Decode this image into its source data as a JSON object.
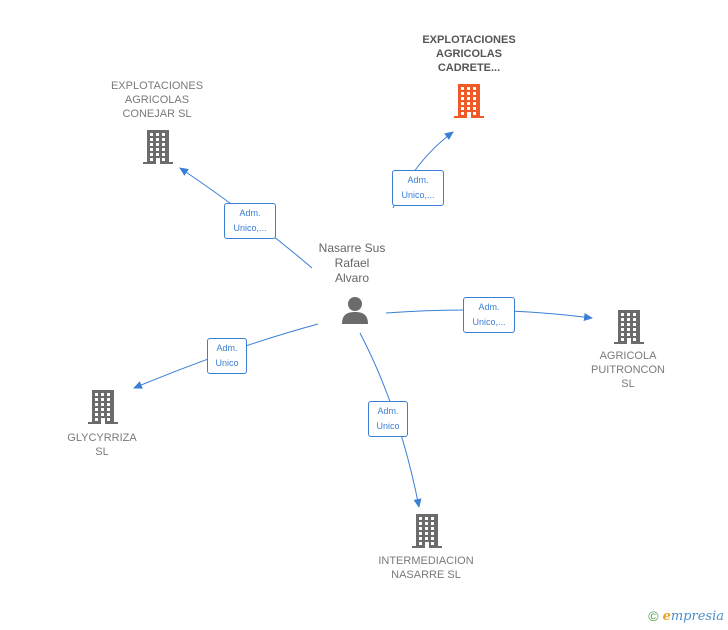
{
  "center": {
    "name": "Nasarre Sus\nRafael\nAlvaro"
  },
  "companies": [
    {
      "id": "cadrete",
      "name": "EXPLOTACIONES\nAGRICOLAS\nCADRETE...",
      "highlight": true,
      "color": "#f05a28",
      "edge": "Adm.\nUnico,..."
    },
    {
      "id": "conejar",
      "name": "EXPLOTACIONES\nAGRICOLAS\nCONEJAR  SL",
      "highlight": false,
      "color": "#6b6b6b",
      "edge": "Adm.\nUnico,..."
    },
    {
      "id": "puitroncon",
      "name": "AGRICOLA\nPUITRONCON\nSL",
      "highlight": false,
      "color": "#6b6b6b",
      "edge": "Adm.\nUnico,..."
    },
    {
      "id": "glycyrriza",
      "name": "GLYCYRRIZA\nSL",
      "highlight": false,
      "color": "#6b6b6b",
      "edge": "Adm.\nUnico"
    },
    {
      "id": "intermediacion",
      "name": "INTERMEDIACION\nNASARRE SL",
      "highlight": false,
      "color": "#6b6b6b",
      "edge": "Adm.\nUnico"
    }
  ],
  "footer": {
    "copyright": "©",
    "brand_initial": "e",
    "brand_rest": "mpresia"
  },
  "colors": {
    "edge": "#3a7fd5",
    "highlight": "#f05a28",
    "building": "#6b6b6b",
    "person": "#6b6b6b"
  }
}
